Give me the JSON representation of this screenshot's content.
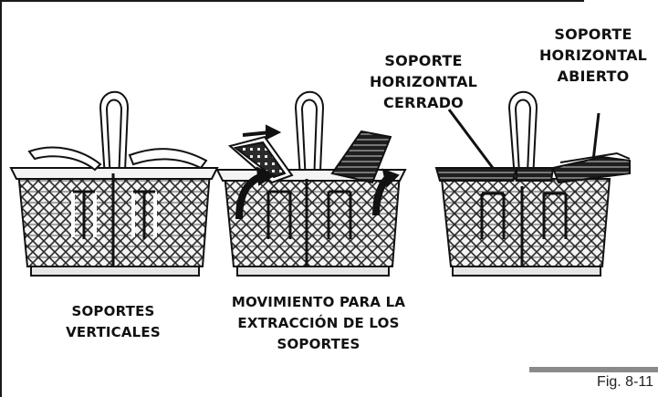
{
  "labels": {
    "closed": [
      "SOPORTE",
      "HORIZONTAL",
      "CERRADO"
    ],
    "open": [
      "SOPORTE",
      "HORIZONTAL",
      "ABIERTO"
    ],
    "vertical": [
      "SOPORTES",
      "VERTICALES"
    ],
    "movement": [
      "MOVIMIENTO PARA LA",
      "EXTRACCIÓN DE LOS",
      "SOPORTES"
    ]
  },
  "figure": {
    "caption": "Fig. 8-11"
  },
  "colors": {
    "ink": "#111111",
    "basket_fill": "#f4f4f4",
    "basket_dark": "#2b2b2b",
    "bar": "#8a8a8a"
  }
}
